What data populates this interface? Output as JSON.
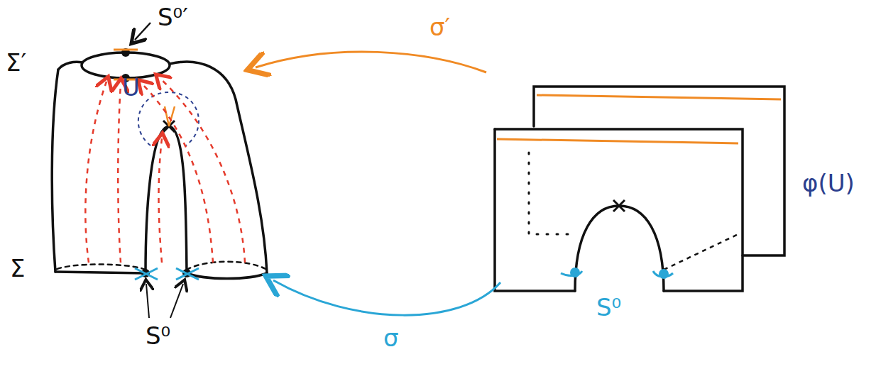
{
  "diagram": {
    "labels": [
      "S⁰′",
      "Σ′",
      "U",
      "Σ",
      "S⁰",
      "σ′",
      "σ",
      "S⁰",
      "φ(U)"
    ]
  }
}
